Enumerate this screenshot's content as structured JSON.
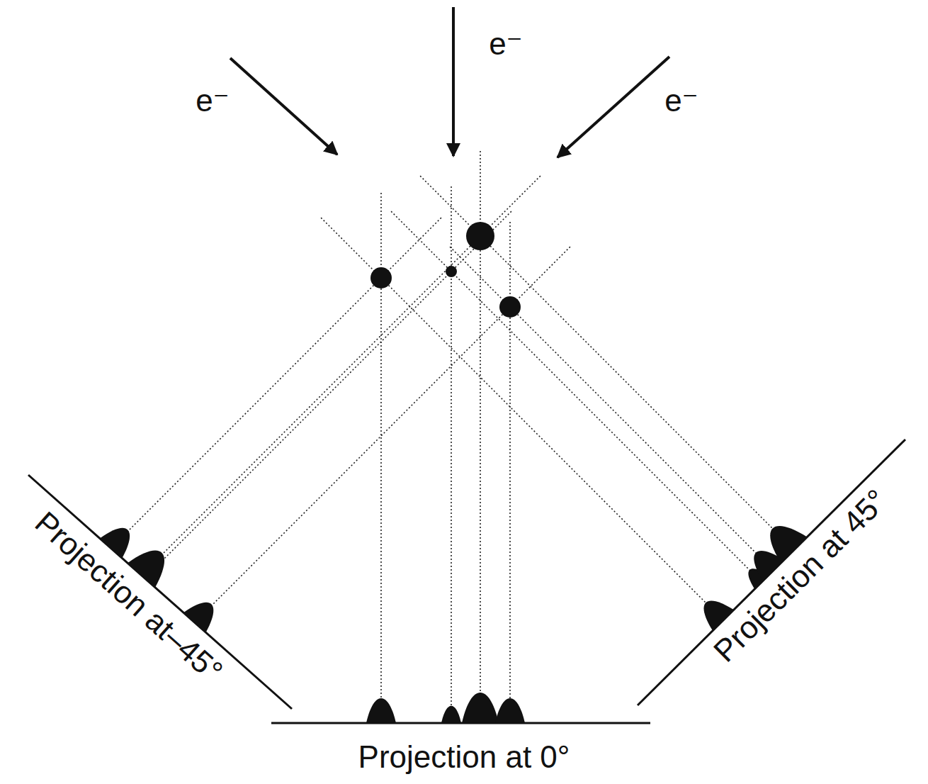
{
  "diagram": {
    "labels": [
      "e⁻",
      "e⁻",
      "e⁻",
      "Projection at–45°",
      "Projection at 45°",
      "Projection at 0°"
    ]
  }
}
